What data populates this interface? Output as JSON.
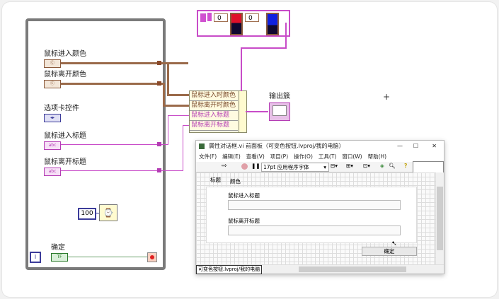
{
  "diagram": {
    "controls": [
      {
        "label": "鼠标进入颜色",
        "type": "color",
        "glyph": "Ⓒ"
      },
      {
        "label": "鼠标离开颜色",
        "type": "color",
        "glyph": "Ⓒ"
      },
      {
        "label": "选项卡控件",
        "type": "tab",
        "glyph": "◂▸"
      },
      {
        "label": "鼠标进入标题",
        "type": "string",
        "glyph": "abc"
      },
      {
        "label": "鼠标离开标题",
        "type": "string",
        "glyph": "abc"
      },
      {
        "label": "确定",
        "type": "boolean",
        "glyph": "TF"
      }
    ],
    "bundle_rows": [
      "鼠标进入时颜色",
      "鼠标离开时颜色",
      "鼠标进入标题",
      "鼠标离开标题"
    ],
    "output_label": "输出簇",
    "wait_constant": "100",
    "iteration_glyph": "i",
    "cluster_top": {
      "num1": "0",
      "num2": "0",
      "color1": "#e0102a",
      "color2": "#1020e0"
    }
  },
  "dialog": {
    "title": "属性对话框.vi 前面板（可变色按钮.lvproj/我的电脑）",
    "window_controls": {
      "minimize": "—",
      "maximize": "☐",
      "close": "✕"
    },
    "menu": [
      "文件(F)",
      "编辑(E)",
      "查看(V)",
      "项目(P)",
      "操作(O)",
      "工具(T)",
      "窗口(W)",
      "帮助(H)"
    ],
    "font_select": "17pt 应用程序字体",
    "tabs": [
      "标题",
      "颜色"
    ],
    "field1_label": "鼠标进入标题",
    "field2_label": "鼠标离开标题",
    "ok_button": "确定",
    "status_path": "可变色按钮.lvproj/我的电脑"
  },
  "colors": {
    "color_wire": "#9a6a4a",
    "string_wire": "#c84cc8",
    "loop_border": "#7a7a7a"
  }
}
